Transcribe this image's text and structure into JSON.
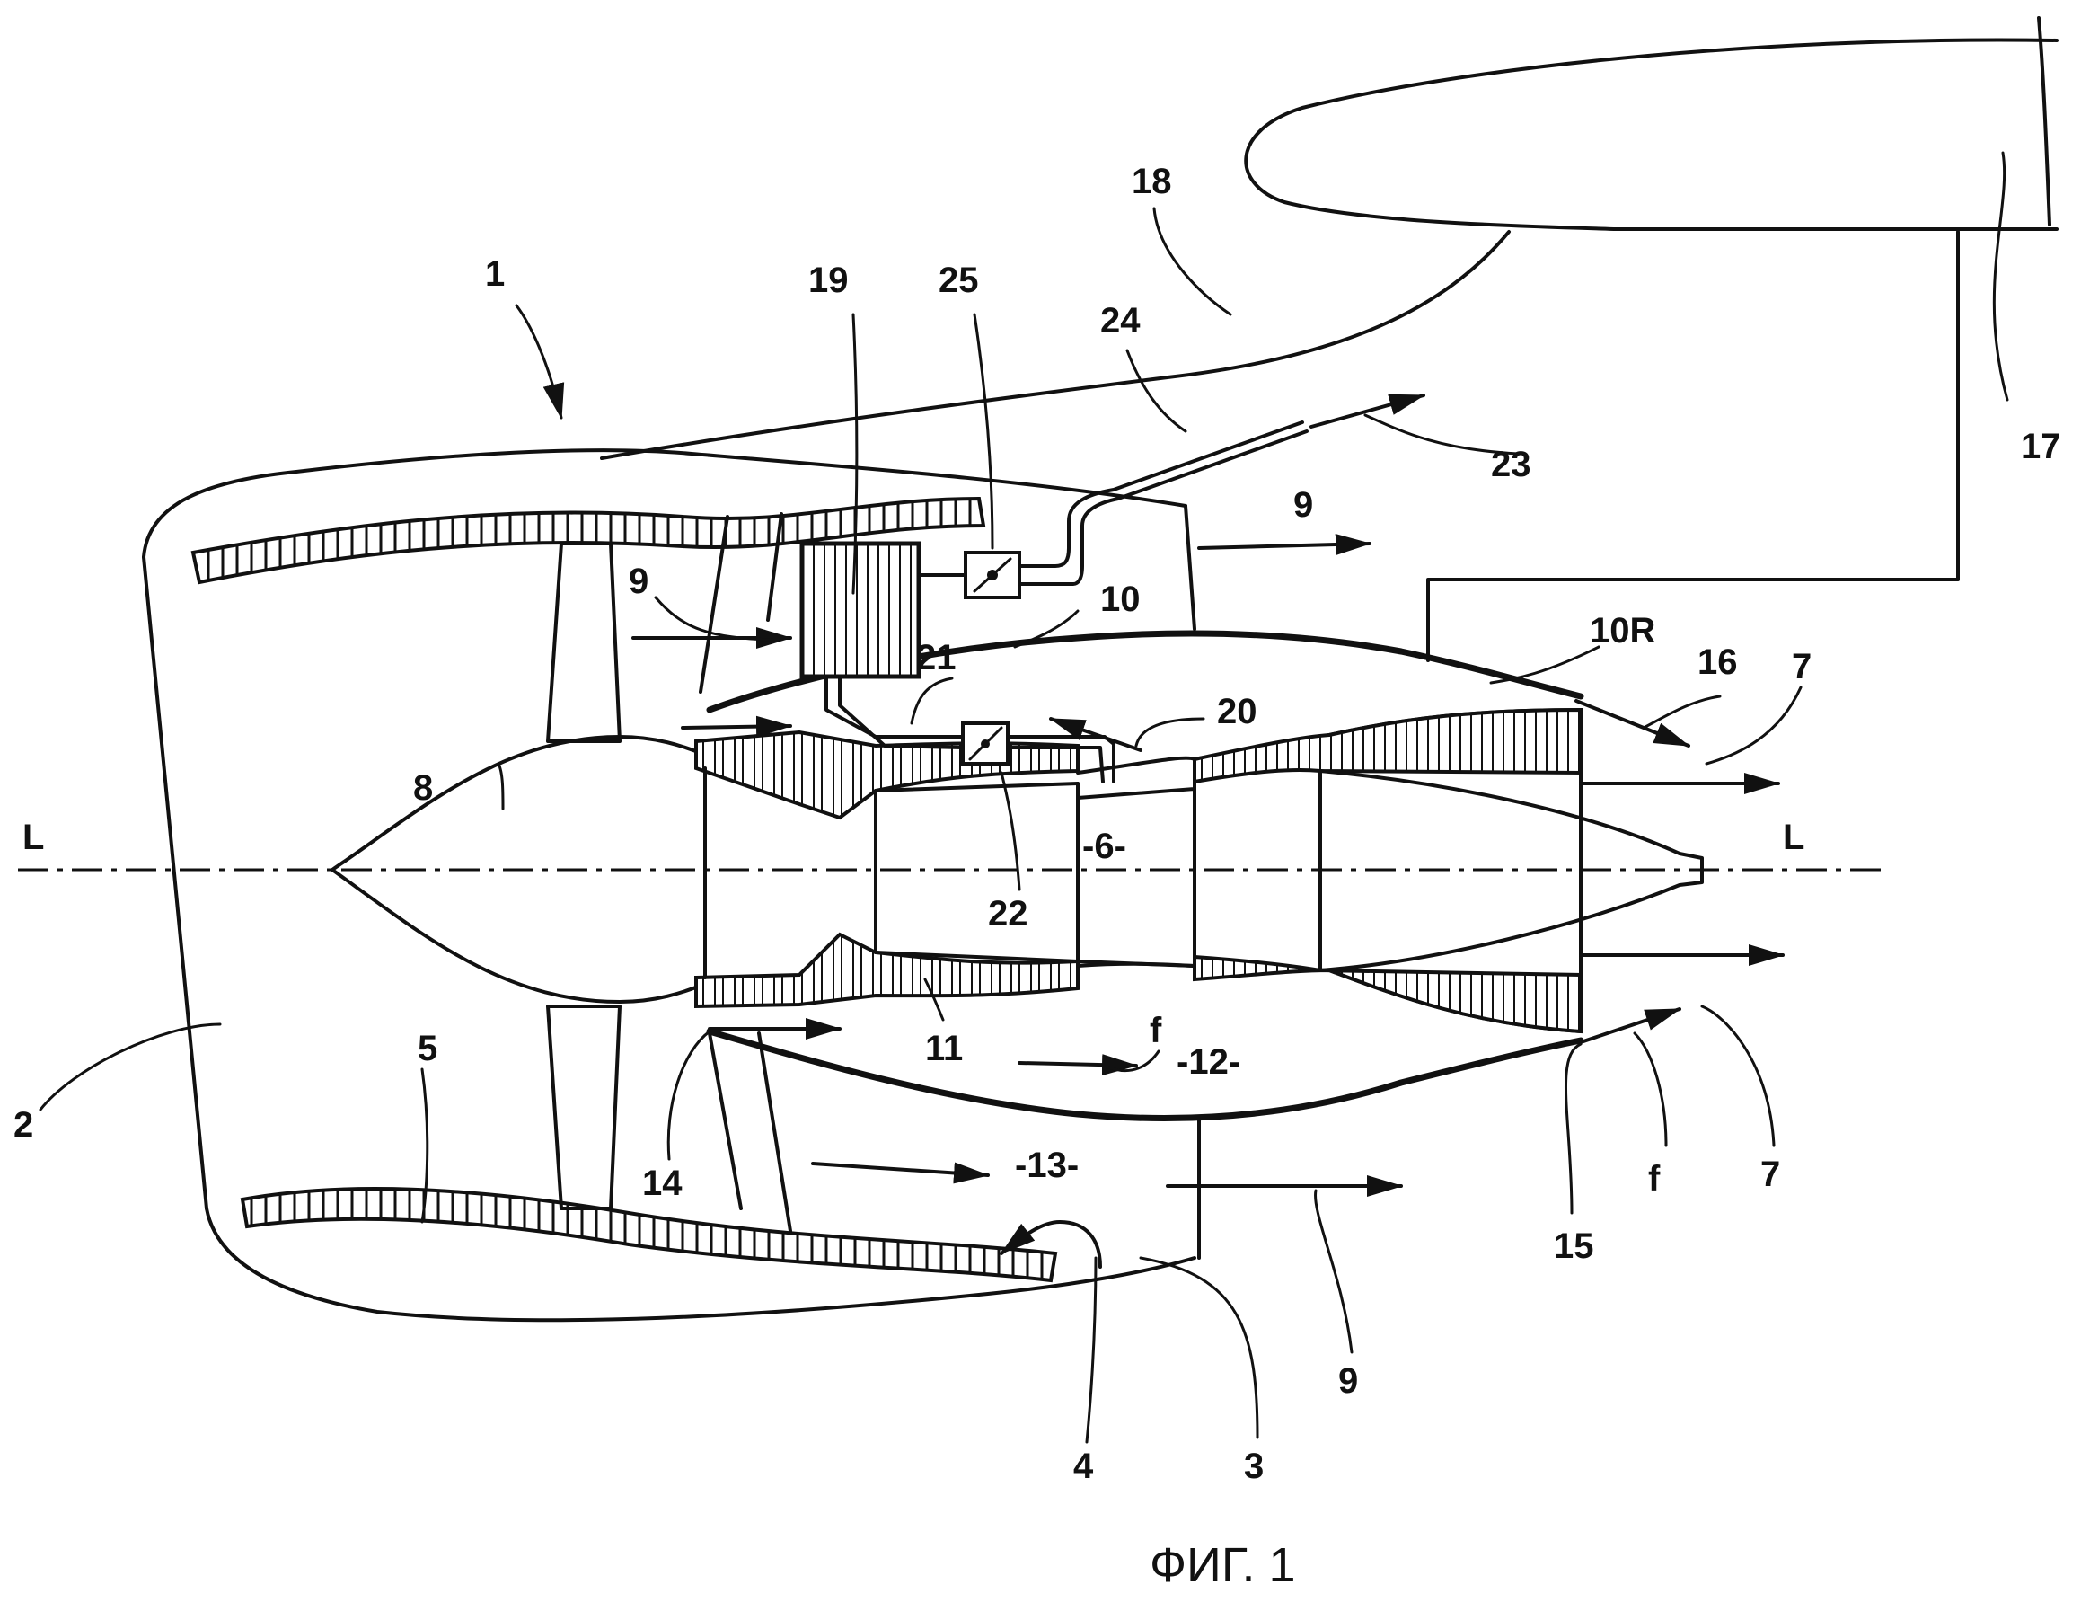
{
  "figure": {
    "caption": "ФИГ. 1",
    "axis_label_left": "L",
    "axis_label_right": "L"
  },
  "labels": {
    "l1": "1",
    "l2": "2",
    "l3": "3",
    "l4": "4",
    "l5": "5",
    "l6": "-6-",
    "l7a": "7",
    "l7b": "7",
    "l8": "8",
    "l9a": "9",
    "l9b": "9",
    "l9c": "9",
    "l10": "10",
    "l10r": "10R",
    "l11": "11",
    "l12": "-12-",
    "l13": "-13-",
    "l14": "14",
    "l15": "15",
    "l16": "16",
    "l17": "17",
    "l18": "18",
    "l19": "19",
    "l20": "20",
    "l21": "21",
    "l22": "22",
    "l23": "23",
    "l24": "24",
    "l25": "25",
    "lfa": "f",
    "lfb": "f"
  }
}
